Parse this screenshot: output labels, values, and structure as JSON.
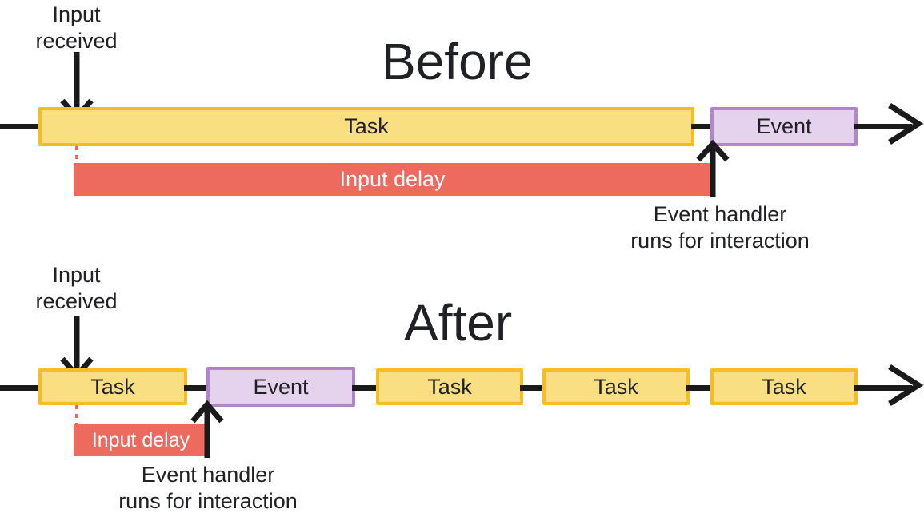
{
  "diagram": {
    "title_before": "Before",
    "title_after": "After"
  },
  "before": {
    "title": "Before",
    "input_label_line1": "Input",
    "input_label_line2": "received",
    "task_label": "Task",
    "event_label": "Event",
    "delay_label": "Input delay",
    "handler_label_line1": "Event handler",
    "handler_label_line2": "runs for interaction"
  },
  "after": {
    "title": "After",
    "input_label_line1": "Input",
    "input_label_line2": "received",
    "event_label": "Event",
    "delay_label": "Input delay",
    "handler_label_line1": "Event handler",
    "handler_label_line2": "runs for interaction",
    "tasks": [
      {
        "label": "Task"
      },
      {
        "label": "Task"
      },
      {
        "label": "Task"
      },
      {
        "label": "Task"
      }
    ]
  },
  "colors": {
    "task_fill": "#F9DE82",
    "task_border": "#F6BE23",
    "event_fill": "#E5D3EE",
    "event_border": "#B184CC",
    "delay_fill": "#EC6A5E",
    "line": "#1a1a1a",
    "text": "#202124",
    "background": "#ffffff"
  }
}
